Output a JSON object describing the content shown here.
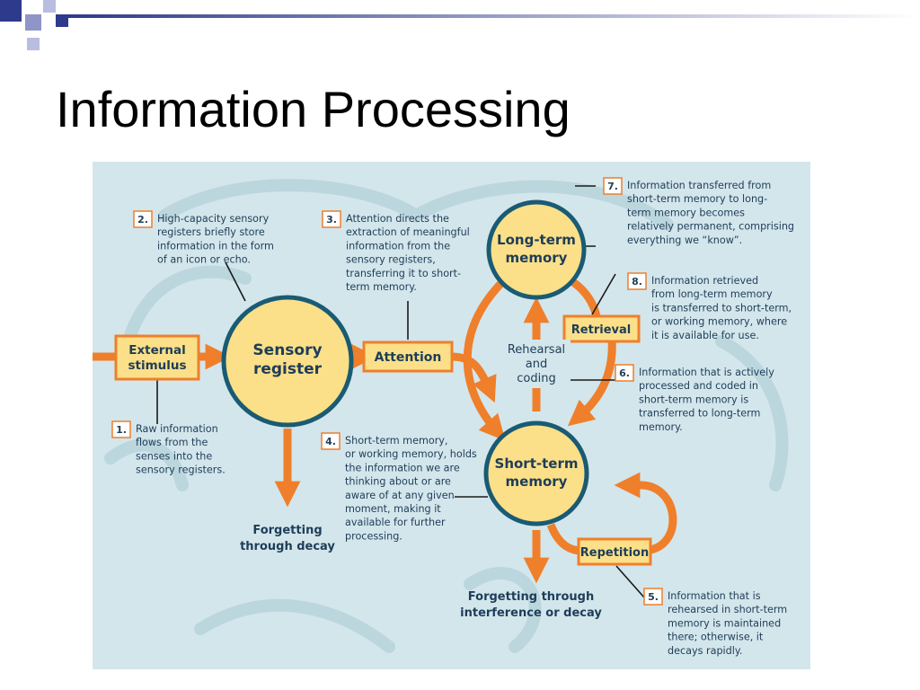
{
  "slide": {
    "title": "Information Processing"
  },
  "colors": {
    "accent_orange": "#ef7f2b",
    "circle_fill": "#fbe089",
    "circle_stroke": "#1a5b73",
    "box_fill": "#fbe089",
    "background_blue": "#d3e6ec",
    "title_bar": "#2e3a8c"
  },
  "diagram": {
    "nodes": {
      "external_stimulus": [
        "External",
        "stimulus"
      ],
      "sensory_register": [
        "Sensory",
        "register"
      ],
      "attention": "Attention",
      "long_term_memory": [
        "Long-term",
        "memory"
      ],
      "short_term_memory": [
        "Short-term",
        "memory"
      ],
      "retrieval": "Retrieval",
      "repetition": "Repetition",
      "rehearsal_coding": [
        "Rehearsal",
        "and",
        "coding"
      ],
      "forgetting_decay": [
        "Forgetting",
        "through decay"
      ],
      "forgetting_interference": [
        "Forgetting through",
        "interference or decay"
      ]
    },
    "notes": [
      {
        "num": "1.",
        "lines": [
          "Raw information",
          "flows from the",
          "senses into the",
          "sensory registers."
        ]
      },
      {
        "num": "2.",
        "lines": [
          "High-capacity sensory",
          "registers briefly store",
          "information in the form",
          "of an icon or echo."
        ]
      },
      {
        "num": "3.",
        "lines": [
          "Attention directs the",
          "extraction of meaningful",
          "information from the",
          "sensory registers,",
          "transferring it to short-",
          "term memory."
        ]
      },
      {
        "num": "4.",
        "lines": [
          "Short-term memory,",
          "or working memory, holds",
          "the information we are",
          "thinking about or are",
          "aware of at any given",
          "moment, making it",
          "available for further",
          "processing."
        ]
      },
      {
        "num": "5.",
        "lines": [
          "Information that is",
          "rehearsed in short-term",
          "memory is maintained",
          "there; otherwise, it",
          "decays rapidly."
        ]
      },
      {
        "num": "6.",
        "lines": [
          "Information that is actively",
          "processed and coded in",
          "short-term memory is",
          "transferred to long-term",
          "memory."
        ]
      },
      {
        "num": "7.",
        "lines": [
          "Information transferred from",
          "short-term memory to long-",
          "term memory becomes",
          "relatively permanent, comprising",
          "everything we “know”."
        ]
      },
      {
        "num": "8.",
        "lines": [
          "Information retrieved",
          "from long-term memory",
          "is transferred to short-term,",
          "or working memory, where",
          "it is available for use."
        ]
      }
    ]
  }
}
